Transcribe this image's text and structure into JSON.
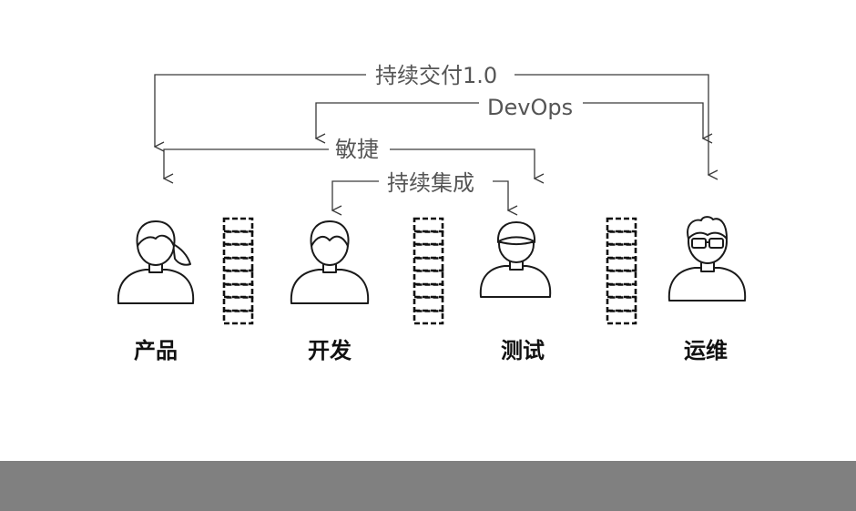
{
  "brackets": {
    "continuous_delivery": "持续交付1.0",
    "devops": "DevOps",
    "agile": "敏捷",
    "continuous_integration": "持续集成"
  },
  "roles": {
    "product": "产品",
    "development": "开发",
    "testing": "测试",
    "operations": "运维"
  },
  "colors": {
    "line": "#3a3a3a",
    "bracket_text": "#555555",
    "role_text": "#111111",
    "footer": "#808080"
  }
}
